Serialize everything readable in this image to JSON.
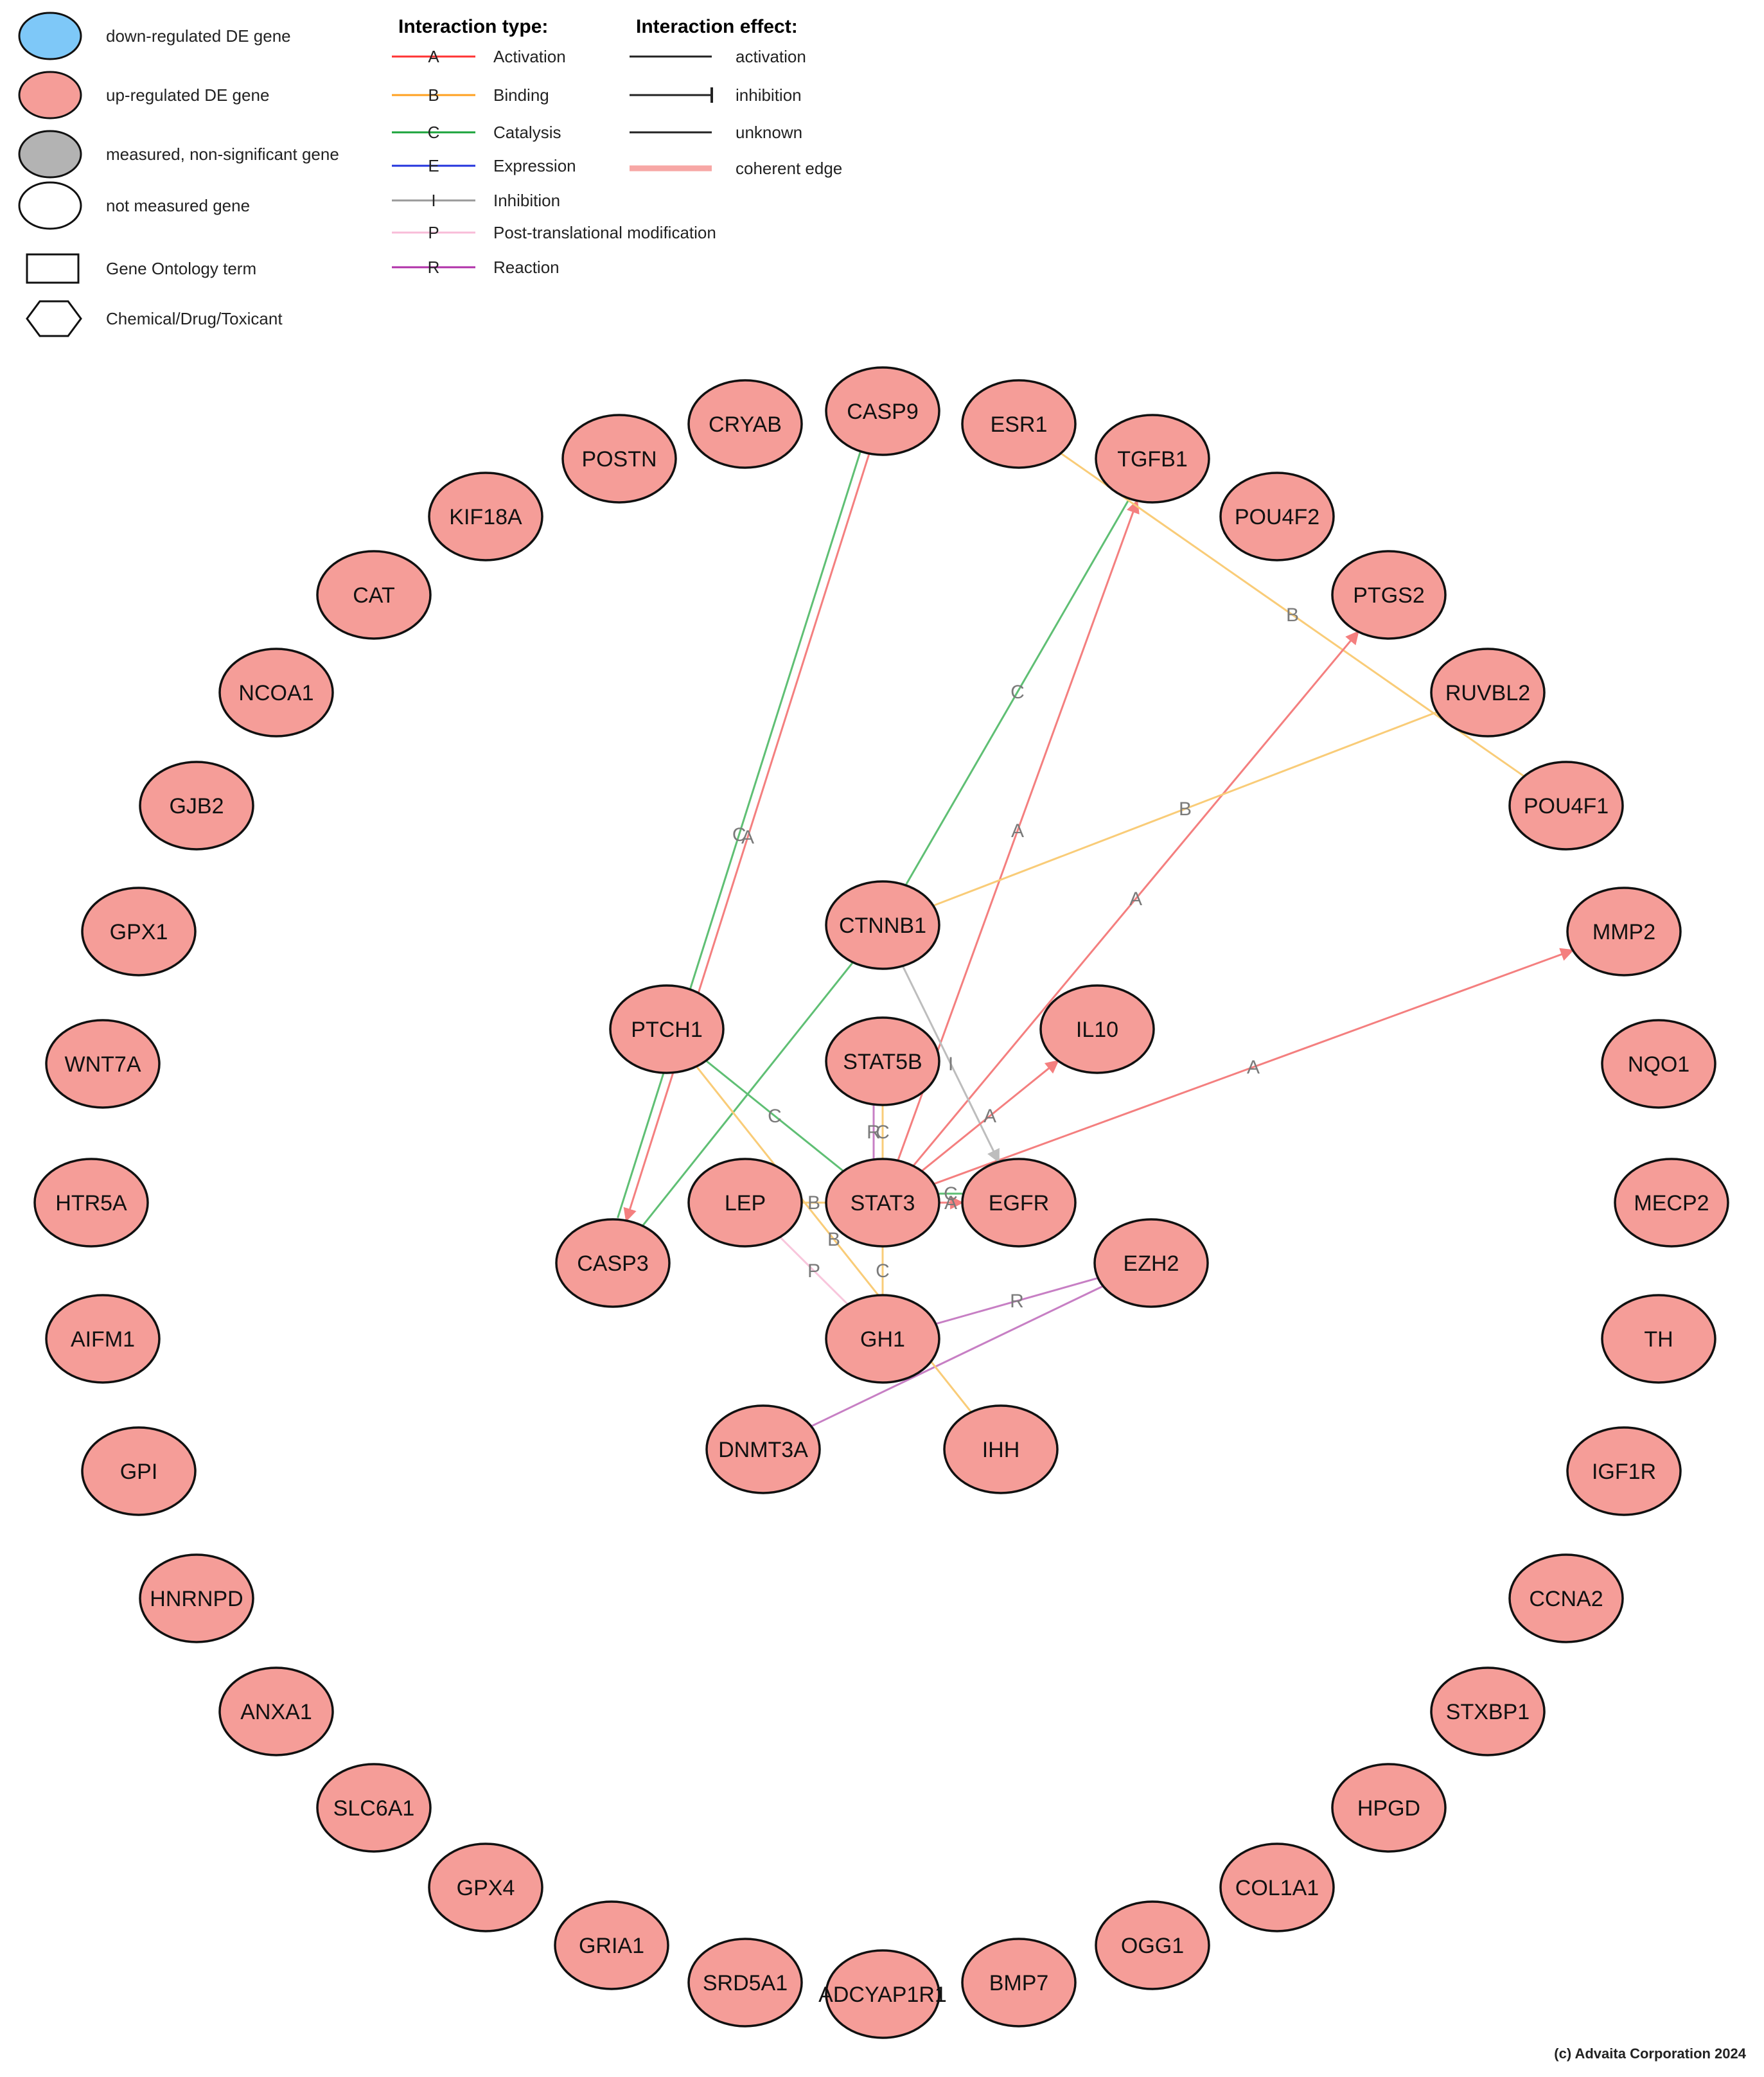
{
  "legend": {
    "node_types": [
      {
        "label": "down-regulated DE gene",
        "shape": "ellipse",
        "fill": "#7ec8f8"
      },
      {
        "label": "up-regulated DE gene",
        "shape": "ellipse",
        "fill": "#f59d98"
      },
      {
        "label": "measured, non-significant gene",
        "shape": "ellipse",
        "fill": "#b3b3b3"
      },
      {
        "label": "not measured gene",
        "shape": "ellipse",
        "fill": "#ffffff"
      },
      {
        "label": "Gene Ontology term",
        "shape": "rect",
        "fill": "#ffffff"
      },
      {
        "label": "Chemical/Drug/Toxicant",
        "shape": "hexagon",
        "fill": "#ffffff"
      }
    ],
    "interaction_type_title": "Interaction type:",
    "interaction_types": [
      {
        "letter": "A",
        "label": "Activation",
        "color": "#ff3333"
      },
      {
        "letter": "B",
        "label": "Binding",
        "color": "#ffa020"
      },
      {
        "letter": "C",
        "label": "Catalysis",
        "color": "#1aa33a"
      },
      {
        "letter": "E",
        "label": "Expression",
        "color": "#2233dd"
      },
      {
        "letter": "I",
        "label": "Inhibition",
        "color": "#999999"
      },
      {
        "letter": "P",
        "label": "Post-translational modification",
        "color": "#f8bcd8"
      },
      {
        "letter": "R",
        "label": "Reaction",
        "color": "#b030a8"
      }
    ],
    "interaction_effect_title": "Interaction effect:",
    "interaction_effects": [
      {
        "label": "activation",
        "style": "arrow"
      },
      {
        "label": "inhibition",
        "style": "tee"
      },
      {
        "label": "unknown",
        "style": "plain"
      },
      {
        "label": "coherent edge",
        "style": "coherent"
      }
    ]
  },
  "colors": {
    "up_regulated": "#f59d98",
    "activation": "#f47f7f",
    "binding": "#f9cc78",
    "catalysis": "#5fbf74",
    "inhibition": "#bdbdbd",
    "ptm": "#f8c6dc",
    "reaction": "#c77fc4"
  },
  "nodes": [
    "CASP9",
    "ESR1",
    "CRYAB",
    "TGFB1",
    "POSTN",
    "POU4F2",
    "KIF18A",
    "PTGS2",
    "CAT",
    "RUVBL2",
    "NCOA1",
    "POU4F1",
    "GJB2",
    "MMP2",
    "GPX1",
    "CTNNB1",
    "WNT7A",
    "NQO1",
    "PTCH1",
    "STAT5B",
    "IL10",
    "HTR5A",
    "MECP2",
    "LEP",
    "STAT3",
    "EGFR",
    "CASP3",
    "EZH2",
    "AIFM1",
    "TH",
    "GH1",
    "GPI",
    "IGF1R",
    "DNMT3A",
    "IHH",
    "HNRNPD",
    "CCNA2",
    "ANXA1",
    "STXBP1",
    "SLC6A1",
    "HPGD",
    "GPX4",
    "COL1A1",
    "GRIA1",
    "OGG1",
    "SRD5A1",
    "BMP7",
    "ADCYAP1R1"
  ],
  "edges": [
    {
      "source": "CASP9",
      "target": "CASP3",
      "type": "activation",
      "label": "A"
    },
    {
      "source": "CASP9",
      "target": "CASP3",
      "type": "catalysis",
      "label": "C"
    },
    {
      "source": "CTNNB1",
      "target": "TGFB1",
      "type": "catalysis",
      "label": "C"
    },
    {
      "source": "STAT3",
      "target": "TGFB1",
      "type": "activation",
      "label": "A"
    },
    {
      "source": "ESR1",
      "target": "POU4F1",
      "type": "binding",
      "label": "B"
    },
    {
      "source": "STAT3",
      "target": "PTGS2",
      "type": "activation",
      "label": "A"
    },
    {
      "source": "RUVBL2",
      "target": "CTNNB1",
      "type": "binding",
      "label": "B"
    },
    {
      "source": "STAT3",
      "target": "MMP2",
      "type": "activation",
      "label": "A"
    },
    {
      "source": "CTNNB1",
      "target": "CASP3",
      "type": "catalysis",
      "label": ""
    },
    {
      "source": "STAT3",
      "target": "PTCH1",
      "type": "catalysis",
      "label": "C"
    },
    {
      "source": "CTNNB1",
      "target": "EGFR",
      "type": "inhibition",
      "label": "I"
    },
    {
      "source": "STAT5B",
      "target": "STAT3",
      "type": "catalysis",
      "label": "C"
    },
    {
      "source": "STAT5B",
      "target": "STAT3",
      "type": "reaction",
      "label": "R"
    },
    {
      "source": "LEP",
      "target": "STAT3",
      "type": "binding",
      "label": "B"
    },
    {
      "source": "STAT3",
      "target": "EGFR",
      "type": "activation",
      "label": "A"
    },
    {
      "source": "EGFR",
      "target": "STAT3",
      "type": "catalysis",
      "label": "C"
    },
    {
      "source": "STAT3",
      "target": "IL10",
      "type": "activation",
      "label": "A"
    },
    {
      "source": "GH1",
      "target": "STAT3",
      "type": "catalysis",
      "label": "C"
    },
    {
      "source": "GH1",
      "target": "STAT5B",
      "type": "binding",
      "label": "B"
    },
    {
      "source": "GH1",
      "target": "LEP",
      "type": "ptm",
      "label": "P"
    },
    {
      "source": "EZH2",
      "target": "GH1",
      "type": "reaction",
      "label": "R"
    },
    {
      "source": "DNMT3A",
      "target": "EZH2",
      "type": "reaction",
      "label": ""
    },
    {
      "source": "IHH",
      "target": "PTCH1",
      "type": "binding",
      "label": "B"
    }
  ],
  "copyright": "(c) Advaita Corporation 2024"
}
